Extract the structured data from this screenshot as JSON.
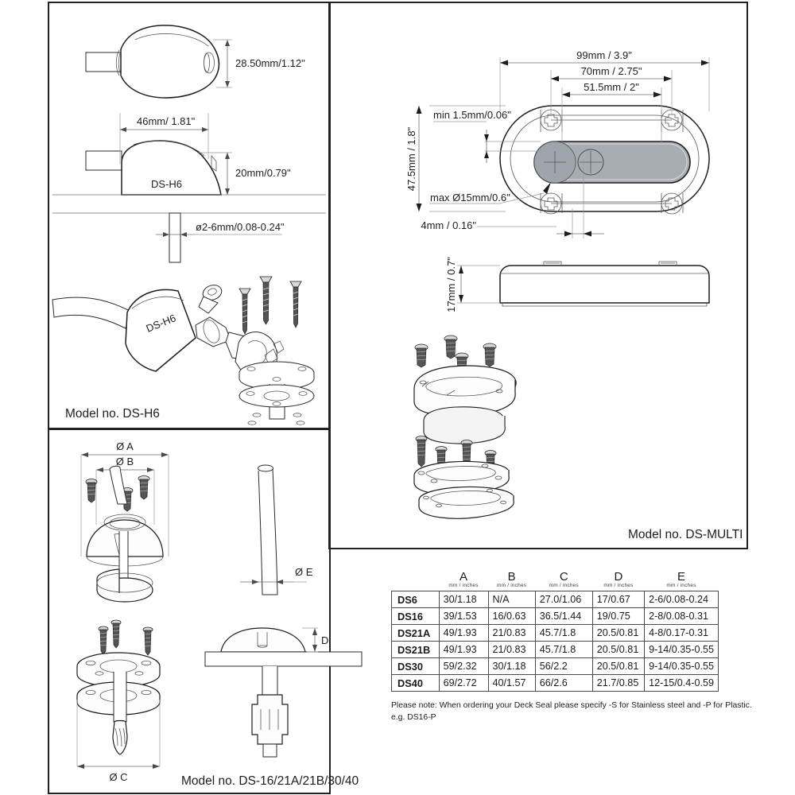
{
  "panels": {
    "ds_h6": {
      "model_label": "Model no. DS-H6",
      "dims": {
        "height_top": "28.50mm/1.12\"",
        "width_side": "46mm/ 1.81\"",
        "height_side": "20mm/0.79\"",
        "hole_dia": "ø2-6mm/0.08-0.24\""
      },
      "part_marking": "DS-H6",
      "part_marking_iso": "DS-H6"
    },
    "ds_multi": {
      "model_label": "Model no. DS-MULTI",
      "dims": {
        "overall_length": "99mm / 3.9\"",
        "screw_span": "70mm / 2.75\"",
        "inner_span": "51.5mm / 2\"",
        "overall_width": "47.5mm / 1.8\"",
        "min_slot": "min 1.5mm/0.06\"",
        "max_hole": "max Ø15mm/0.6\"",
        "slot_width": "4mm / 0.16\"",
        "height": "17mm / 0.7\""
      },
      "gasket_color": "#a8adb4"
    },
    "ds_series": {
      "model_label": "Model no. DS-16/21A/21B/30/40",
      "dims": {
        "dia_a": "Ø A",
        "dia_b": "Ø B",
        "dia_c": "Ø C",
        "dia_e": "Ø E",
        "height_d": "D"
      }
    }
  },
  "spec_table": {
    "columns": [
      {
        "letter": "",
        "units": ""
      },
      {
        "letter": "A",
        "units": "mm / inches"
      },
      {
        "letter": "B",
        "units": "mm / inches"
      },
      {
        "letter": "C",
        "units": "mm / inches"
      },
      {
        "letter": "D",
        "units": "mm / inches"
      },
      {
        "letter": "E",
        "units": "mm / inches"
      }
    ],
    "rows": [
      {
        "model": "DS6",
        "a": "30/1.18",
        "b": "N/A",
        "c": "27.0/1.06",
        "d": "17/0.67",
        "e": "2-6/0.08-0.24"
      },
      {
        "model": "DS16",
        "a": "39/1.53",
        "b": "16/0.63",
        "c": "36.5/1.44",
        "d": "19/0.75",
        "e": "2-8/0.08-0.31"
      },
      {
        "model": "DS21A",
        "a": "49/1.93",
        "b": "21/0.83",
        "c": "45.7/1.8",
        "d": "20.5/0.81",
        "e": "4-8/0.17-0.31"
      },
      {
        "model": "DS21B",
        "a": "49/1.93",
        "b": "21/0.83",
        "c": "45.7/1.8",
        "d": "20.5/0.81",
        "e": "9-14/0.35-0.55"
      },
      {
        "model": "DS30",
        "a": "59/2.32",
        "b": "30/1.18",
        "c": "56/2.2",
        "d": "20.5/0.81",
        "e": "9-14/0.35-0.55"
      },
      {
        "model": "DS40",
        "a": "69/2.72",
        "b": "40/1.57",
        "c": "66/2.6",
        "d": "21.7/0.85",
        "e": "12-15/0.4-0.59"
      }
    ]
  },
  "note": {
    "line1": "Please note: When ordering your Deck Seal please specify -S for Stainless steel and -P for Plastic.",
    "line2": "e.g. DS16-P"
  }
}
